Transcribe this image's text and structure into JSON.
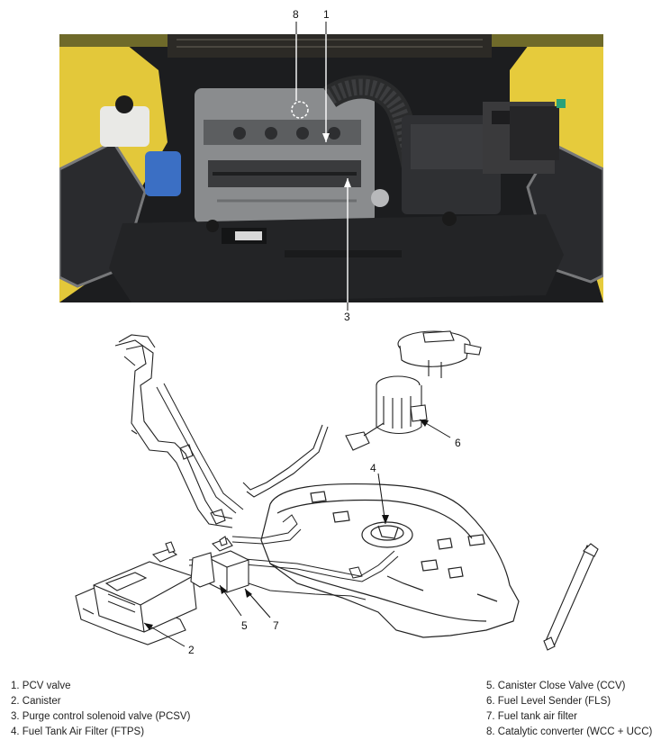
{
  "callouts": {
    "c1": "1",
    "c3": "3",
    "c8": "8",
    "c2": "2",
    "c4": "4",
    "c5": "5",
    "c6": "6",
    "c7": "7"
  },
  "legend_left": [
    "1. PCV valve",
    "2. Canister",
    "3. Purge control solenoid valve (PCSV)",
    "4. Fuel Tank Air Filter (FTPS)"
  ],
  "legend_right": [
    "5. Canister Close Valve (CCV)",
    "6. Fuel Level Sender (FLS)",
    "7. Fuel tank air filter",
    "8. Catalytic converter (WCC + UCC)"
  ]
}
